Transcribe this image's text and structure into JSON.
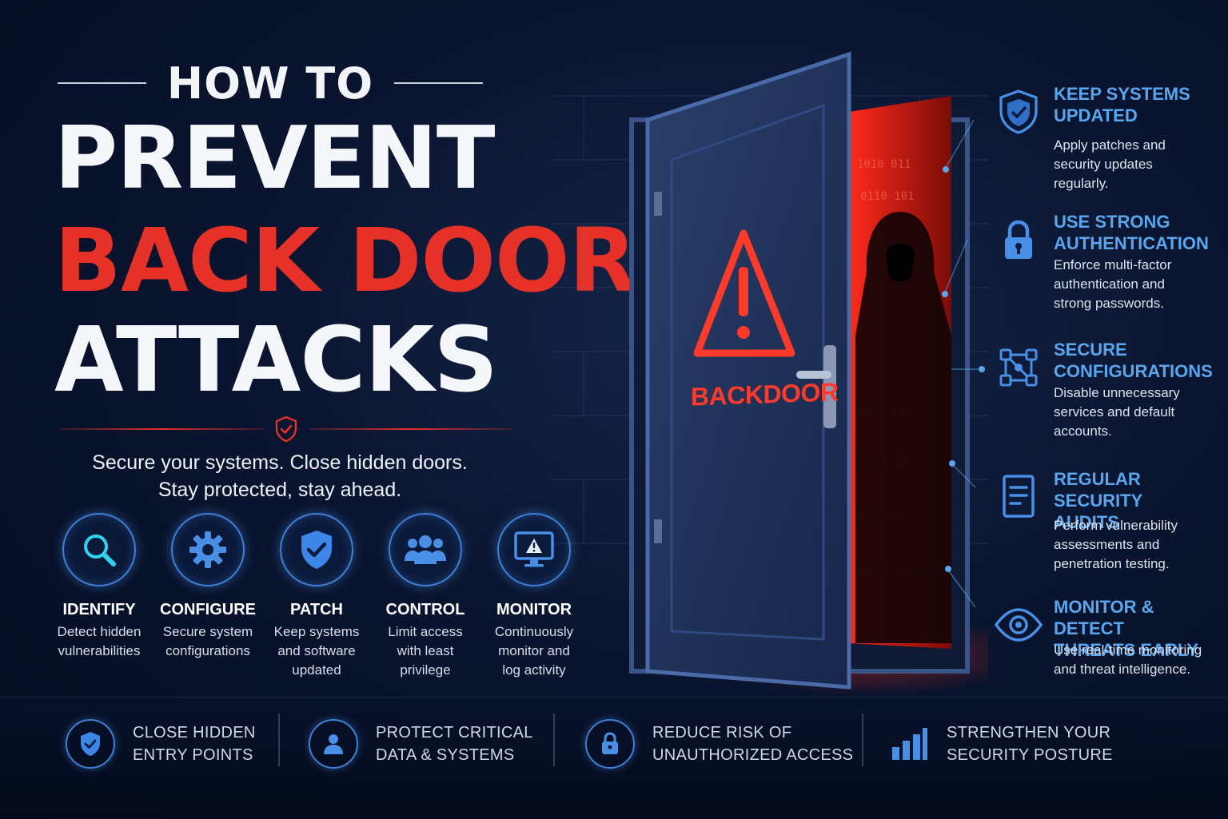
{
  "title": {
    "how_to": "HOW TO",
    "prevent": "PREVENT",
    "back_door": "BACK DOOR",
    "attacks": "ATTACKS"
  },
  "subtitle": {
    "line1": "Secure your systems. Close hidden doors.",
    "line2": "Stay protected, stay ahead."
  },
  "steps": [
    {
      "title": "IDENTIFY",
      "desc1": "Detect hidden",
      "desc2": "vulnerabilities",
      "desc3": "",
      "icon": "magnifier-icon"
    },
    {
      "title": "CONFIGURE",
      "desc1": "Secure system",
      "desc2": "configurations",
      "desc3": "",
      "icon": "gear-icon"
    },
    {
      "title": "PATCH",
      "desc1": "Keep systems",
      "desc2": "and software",
      "desc3": "updated",
      "icon": "shield-check-icon"
    },
    {
      "title": "CONTROL",
      "desc1": "Limit access",
      "desc2": "with least",
      "desc3": "privilege",
      "icon": "users-icon"
    },
    {
      "title": "MONITOR",
      "desc1": "Continuously",
      "desc2": "monitor and",
      "desc3": "log activity",
      "icon": "monitor-alert-icon"
    }
  ],
  "door": {
    "label": "BACKDOOR"
  },
  "tips": [
    {
      "title1": "KEEP SYSTEMS",
      "title2": "UPDATED",
      "desc1": "Apply patches and",
      "desc2": "security updates",
      "desc3": "regularly.",
      "icon": "shield-check-icon"
    },
    {
      "title1": "USE STRONG",
      "title2": "AUTHENTICATION",
      "desc1": "Enforce multi-factor",
      "desc2": "authentication and",
      "desc3": "strong passwords.",
      "icon": "lock-icon"
    },
    {
      "title1": "SECURE",
      "title2": "CONFIGURATIONS",
      "desc1": "Disable unnecessary",
      "desc2": "services and default",
      "desc3": "accounts.",
      "icon": "network-icon"
    },
    {
      "title1": "REGULAR SECURITY",
      "title2": "AUDITS",
      "desc1": "Perform vulnerability",
      "desc2": "assessments and",
      "desc3": "penetration testing.",
      "icon": "document-icon"
    },
    {
      "title1": "MONITOR & DETECT",
      "title2": "THREATS EARLY",
      "desc1": "Use real-time monitoring",
      "desc2": "and threat intelligence.",
      "desc3": "",
      "icon": "eye-icon"
    }
  ],
  "benefits": [
    {
      "line1": "CLOSE HIDDEN",
      "line2": "ENTRY POINTS",
      "icon": "shield-check-icon"
    },
    {
      "line1": "PROTECT CRITICAL",
      "line2": "DATA & SYSTEMS",
      "icon": "user-icon"
    },
    {
      "line1": "REDUCE RISK OF",
      "line2": "UNAUTHORIZED ACCESS",
      "icon": "lock-icon"
    },
    {
      "line1": "STRENGTHEN YOUR",
      "line2": "SECURITY POSTURE",
      "icon": "bar-chart-icon"
    }
  ],
  "colors": {
    "accent_red": "#e53128",
    "accent_blue": "#3f7fd6",
    "tip_title_blue": "#5aa6ee",
    "background": "#0a1530"
  }
}
